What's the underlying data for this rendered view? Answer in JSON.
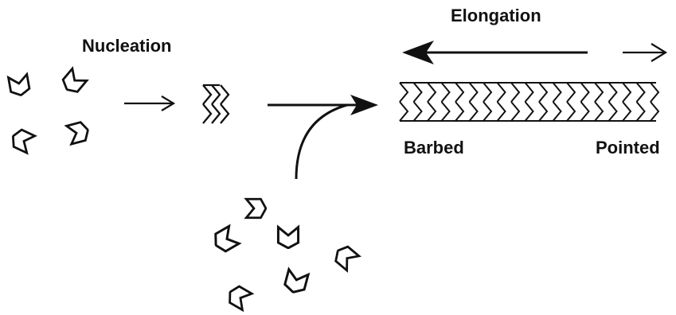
{
  "labels": {
    "nucleation": "Nucleation",
    "elongation": "Elongation",
    "barbed": "Barbed",
    "pointed": "Pointed"
  },
  "colors": {
    "ink": "#111111",
    "background": "#ffffff"
  },
  "icons": [
    "actin-monomer-icon",
    "actin-trimer-nucleus",
    "actin-filament",
    "arrow"
  ]
}
